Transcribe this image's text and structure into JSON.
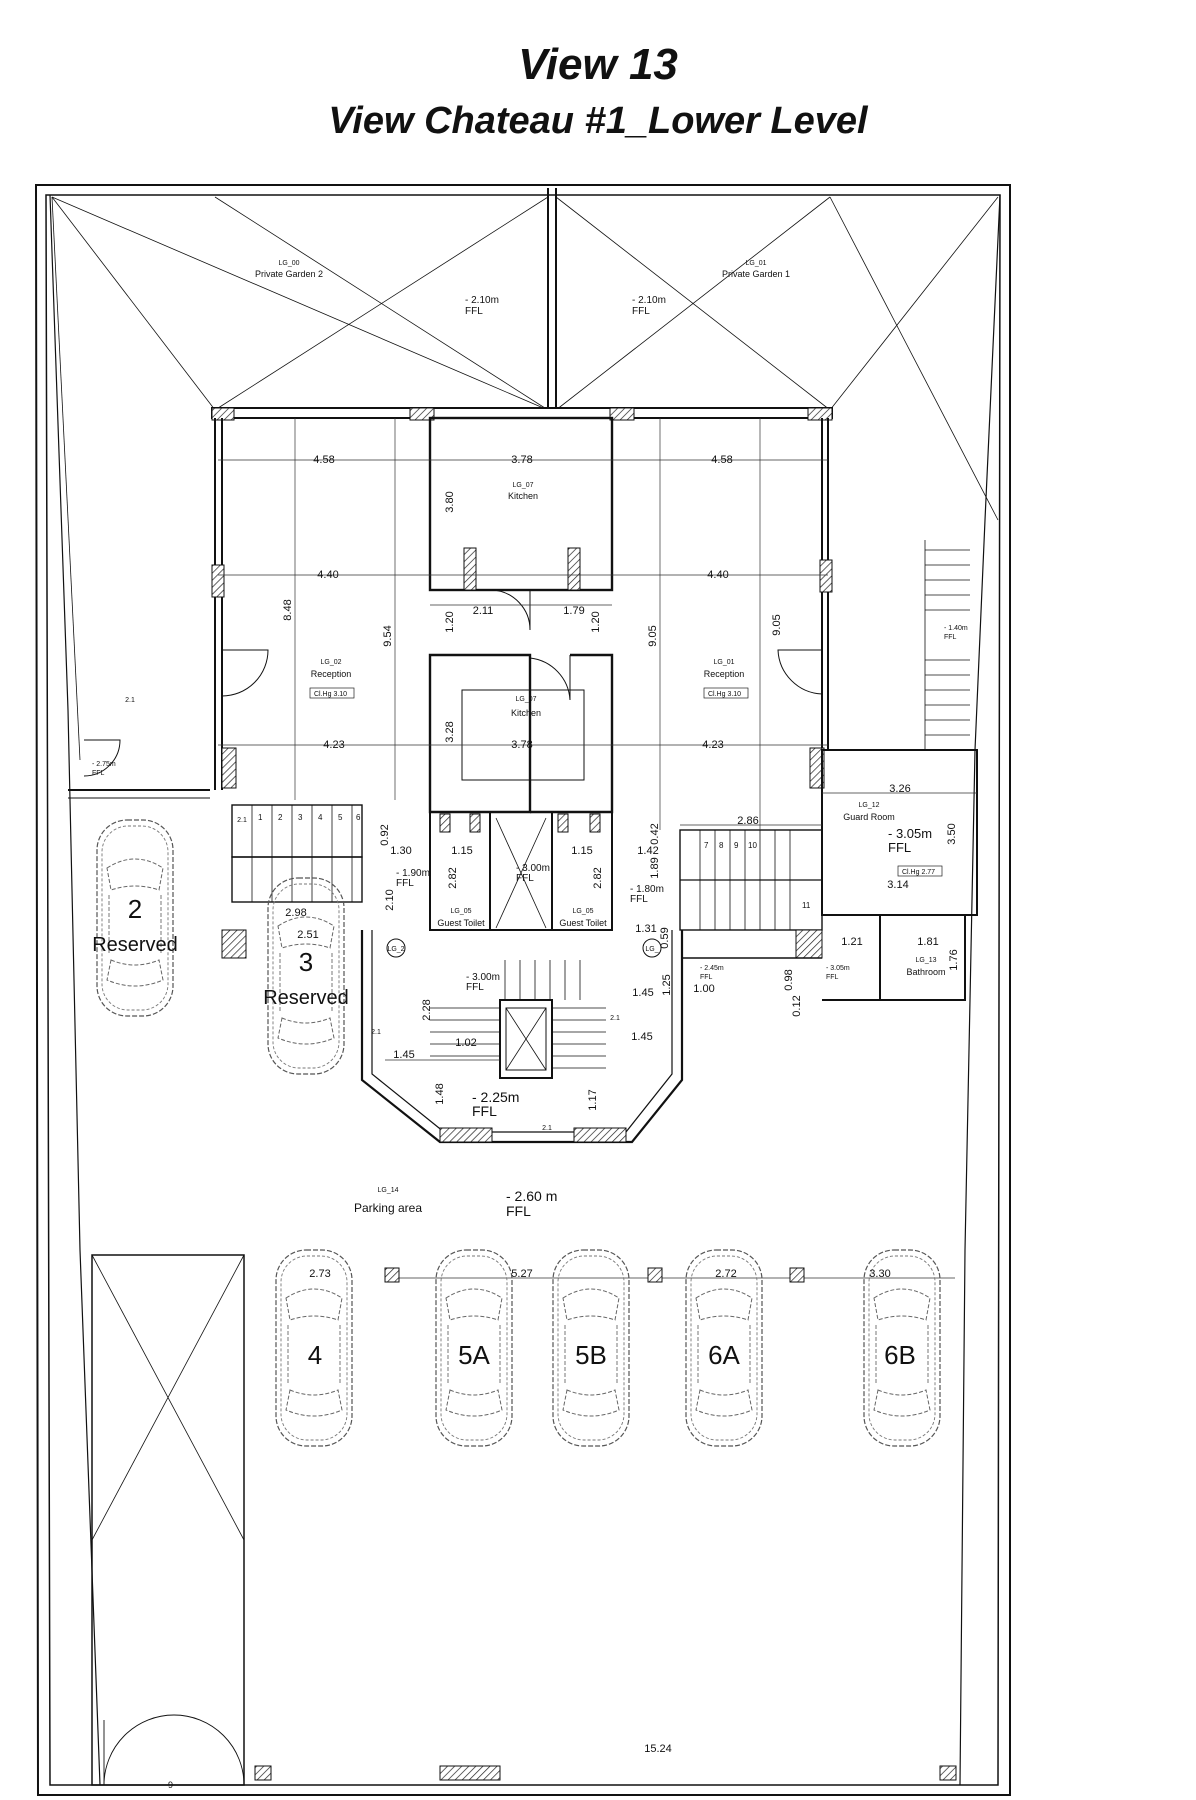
{
  "title": "View 13",
  "subtitle": "View Chateau #1_Lower Level",
  "page_number": "9",
  "rooms": {
    "garden2": {
      "tag": "LG_00",
      "name": "Private Garden 2",
      "level": "- 2.10m",
      "ffl": "FFL"
    },
    "garden1": {
      "tag": "LG_01",
      "name": "Private Garden 1",
      "level": "- 2.10m",
      "ffl": "FFL"
    },
    "kitchen_top": {
      "tag": "LG_07",
      "name": "Kitchen"
    },
    "kitchen_mid": {
      "tag": "LG_07",
      "name": "Kitchen"
    },
    "reception_left": {
      "tag": "LG_02",
      "name": "Reception",
      "ceiling": "Cl.Hg   3.10"
    },
    "reception_right": {
      "tag": "LG_01",
      "name": "Reception",
      "ceiling": "Cl.Hg   3.10"
    },
    "guard": {
      "tag": "LG_12",
      "name": "Guard Room",
      "level": "- 3.05m",
      "ffl": "FFL",
      "ceiling": "Cl.Hg   2.77"
    },
    "toilet_left": {
      "tag": "LG_05",
      "name": "Guest Toilet"
    },
    "toilet_right": {
      "tag": "LG_05",
      "name": "Guest Toilet"
    },
    "bathroom": {
      "tag": "LG_13",
      "name": "Bathroom"
    },
    "parking": {
      "tag": "LG_14",
      "name": "Parking area",
      "level": "- 2.60 m",
      "ffl": "FFL"
    }
  },
  "levels": {
    "l190": {
      "value": "- 1.90m",
      "ffl": "FFL"
    },
    "l180": {
      "value": "- 1.80m",
      "ffl": "FFL"
    },
    "l300_lift": {
      "value": "- 3.00m",
      "ffl": "FFL"
    },
    "l300_stair": {
      "value": "- 3.00m",
      "ffl": "FFL"
    },
    "l225": {
      "value": "- 2.25m",
      "ffl": "FFL"
    },
    "l245": {
      "value": "- 2.45m",
      "ffl": "FFL"
    },
    "l305_small": {
      "value": "- 3.05m",
      "ffl": "FFL"
    },
    "l275": {
      "value": "- 2.75m",
      "ffl": "FFL"
    },
    "l140": {
      "value": "- 1.40m",
      "ffl": "FFL"
    }
  },
  "tags": {
    "lg2": "LG_2",
    "lg": "LG_",
    "t21a": "2.1",
    "t21b": "2.1",
    "t21c": "2.1",
    "t21d": "2.1",
    "t21e": "2.1"
  },
  "dims": {
    "d458a": "4.58",
    "d378a": "3.78",
    "d458b": "4.58",
    "d380": "3.80",
    "d440a": "4.40",
    "d440b": "4.40",
    "d848": "8.48",
    "d954": "9.54",
    "d905a": "9.05",
    "d905b": "9.05",
    "d120a": "1.20",
    "d211": "2.11",
    "d179": "1.79",
    "d120b": "1.20",
    "d328": "3.28",
    "d423a": "4.23",
    "d378b": "3.78",
    "d423b": "4.23",
    "d326": "3.26",
    "d350": "3.50",
    "d314": "3.14",
    "d286": "2.86",
    "d042": "0.42",
    "d189": "1.89",
    "d092": "0.92",
    "d130": "1.30",
    "d115a": "1.15",
    "d115b": "1.15",
    "d142": "1.42",
    "d282a": "2.82",
    "d282b": "2.82",
    "d210": "2.10",
    "d298": "2.98",
    "d251": "2.51",
    "d131": "1.31",
    "d059": "0.59",
    "d121": "1.21",
    "d181": "1.81",
    "d176": "1.76",
    "d125": "1.25",
    "d145a": "1.45",
    "d100": "1.00",
    "d098": "0.98",
    "d012": "0.12",
    "d228": "2.28",
    "d102": "1.02",
    "d145b": "1.45",
    "d145c": "1.45",
    "d148": "1.48",
    "d117": "1.17",
    "d273": "2.73",
    "d527": "5.27",
    "d272": "2.72",
    "d330": "3.30",
    "d1524": "15.24"
  },
  "cars": [
    {
      "number": "2",
      "note": "Reserved"
    },
    {
      "number": "3",
      "note": "Reserved"
    },
    {
      "number": "4",
      "note": ""
    },
    {
      "number": "5A",
      "note": ""
    },
    {
      "number": "5B",
      "note": ""
    },
    {
      "number": "6A",
      "note": ""
    },
    {
      "number": "6B",
      "note": ""
    }
  ],
  "stair_steps": [
    "1",
    "2",
    "3",
    "4",
    "5",
    "6",
    "7",
    "8",
    "9",
    "10",
    "11"
  ]
}
